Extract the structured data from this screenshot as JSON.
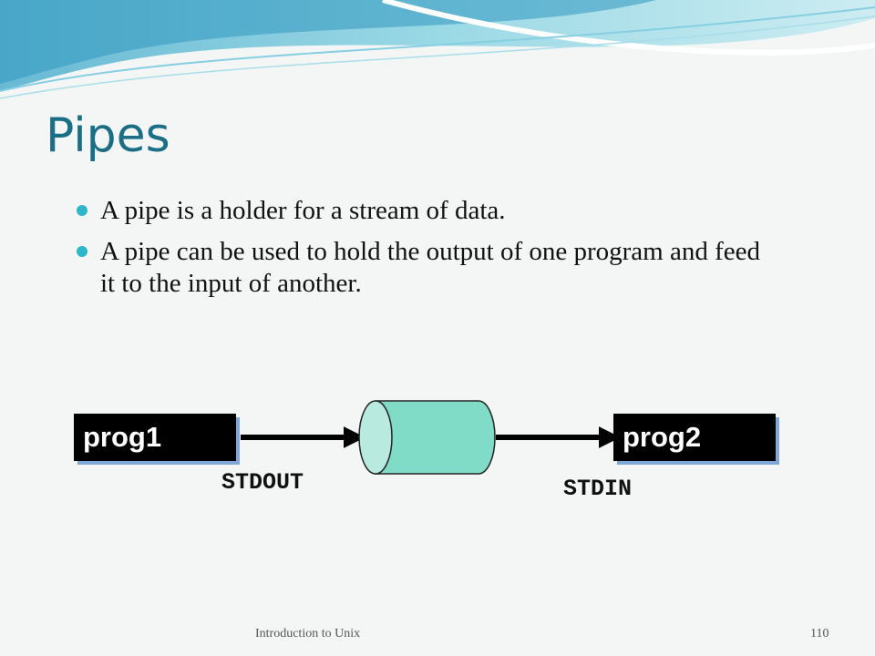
{
  "slide": {
    "title": "Pipes",
    "bullets": [
      "A pipe is a holder for a stream of data.",
      "A pipe can be used to hold the output of one program and feed it to the input of another."
    ]
  },
  "diagram": {
    "source": "prog1",
    "target": "prog2",
    "out_label": "STDOUT",
    "in_label": "STDIN"
  },
  "footer": {
    "course": "Introduction  to Unix",
    "page_number": "110"
  },
  "colors": {
    "title": "#1a6f86",
    "bullet": "#2db7c8",
    "pipe_fill": "#80dcc7",
    "box_shadow": "#7fa8d8"
  }
}
